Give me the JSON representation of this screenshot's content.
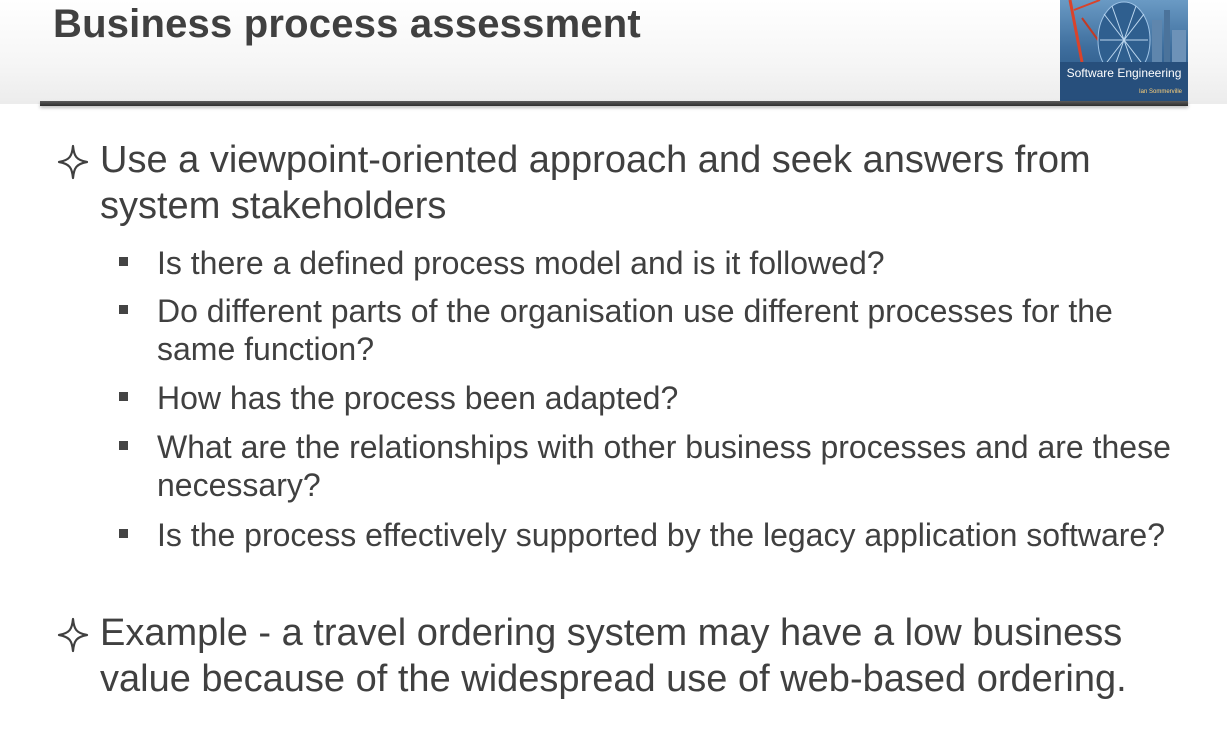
{
  "slide": {
    "title": "Business process assessment",
    "book_cover": {
      "title": "Software Engineering",
      "author": "Ian Sommerville"
    },
    "bullets": [
      {
        "text": "Use a viewpoint-oriented approach and seek answers from system stakeholders",
        "sub_bullets": [
          "Is there a defined process model and is it followed?",
          "Do different parts of the organisation use different processes for the same function?",
          "How has the process been adapted?",
          "What are the relationships with other business processes and are these necessary?",
          "Is the process effectively supported by the legacy application software?"
        ]
      },
      {
        "text": "Example - a travel ordering system may have a low business value because of the widespread use of web-based ordering.",
        "sub_bullets": []
      }
    ]
  },
  "icons": {
    "level1": "four-point-star-outline-icon",
    "level2": "square-bullet-icon"
  }
}
